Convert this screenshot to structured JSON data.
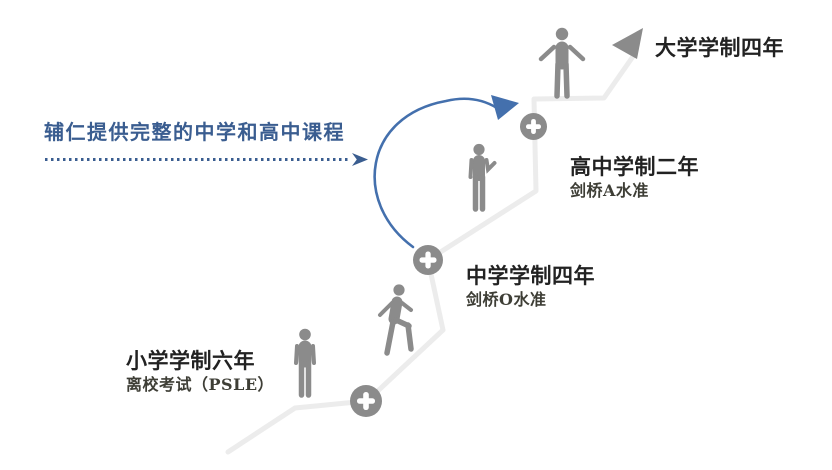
{
  "banner": {
    "text": "辅仁提供完整的中学和高中课程",
    "arrow_icon": "dotted-arrow-right"
  },
  "stages": [
    {
      "id": "primary",
      "title": "小学学制六年",
      "subtitle": "离校考试（PSLE）",
      "figure_icon": "standing-person"
    },
    {
      "id": "secondary",
      "title": "中学学制四年",
      "subtitle": "剑桥O水准",
      "figure_icon": "walking-person"
    },
    {
      "id": "junior-college",
      "title": "高中学制二年",
      "subtitle": "剑桥A水准",
      "figure_icon": "presenting-person"
    },
    {
      "id": "university",
      "title": "大学学制四年",
      "subtitle": "",
      "figure_icon": "open-arms-person"
    }
  ],
  "icons": {
    "milestone_marker": "plus-in-circle",
    "summit_marker": "arrowhead-triangle",
    "skip_arrow": "curved-arrow-up-right"
  },
  "colors": {
    "banner_blue": "#3a5d90",
    "arrow_blue": "#4470ad",
    "figure_gray": "#8b8b8b",
    "path_gray": "#ececec",
    "title_text": "#222222",
    "subtitle_text": "#3e3e36",
    "background": "#ffffff"
  }
}
